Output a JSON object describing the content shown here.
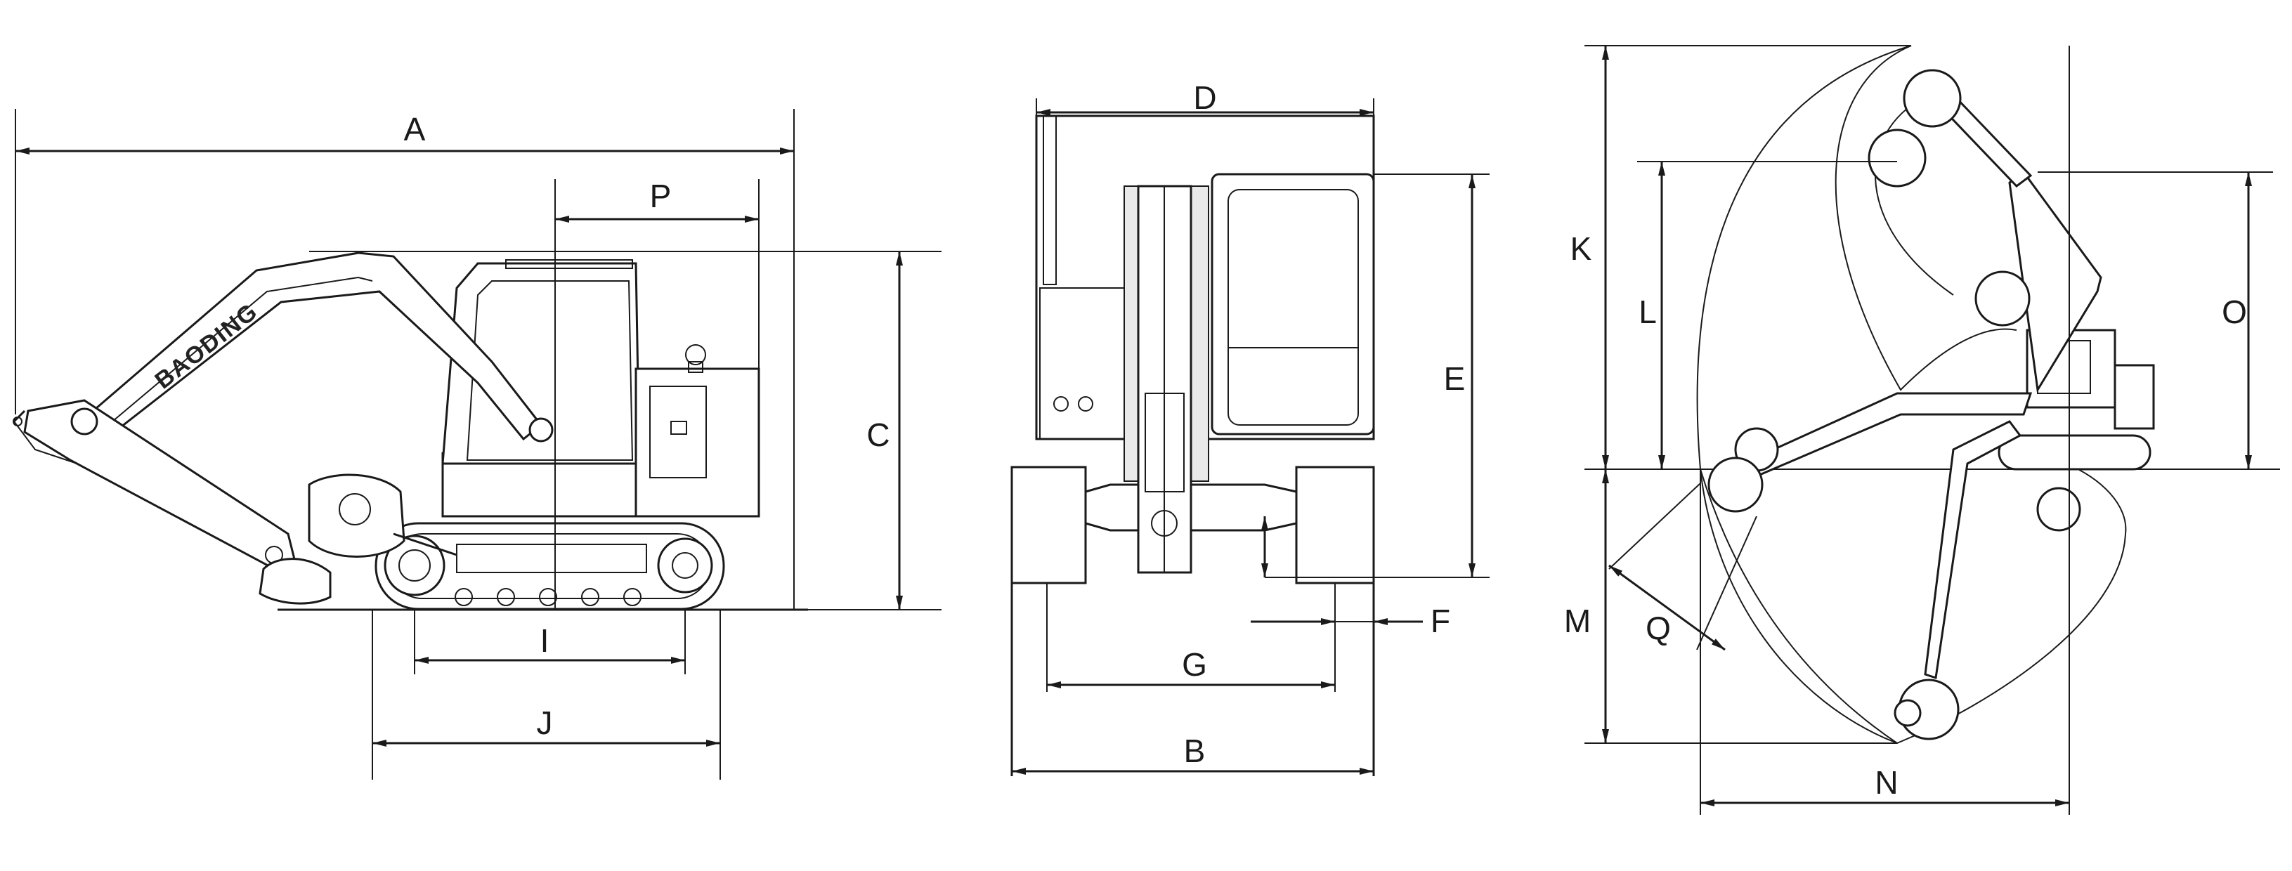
{
  "brand": {
    "logo_text": "BAODING"
  },
  "dimension_labels": {
    "A": "A",
    "B": "B",
    "C": "C",
    "D": "D",
    "E": "E",
    "F": "F",
    "G": "G",
    "I": "I",
    "J": "J",
    "K": "K",
    "L": "L",
    "M": "M",
    "N": "N",
    "O": "O",
    "P": "P",
    "Q": "Q"
  }
}
